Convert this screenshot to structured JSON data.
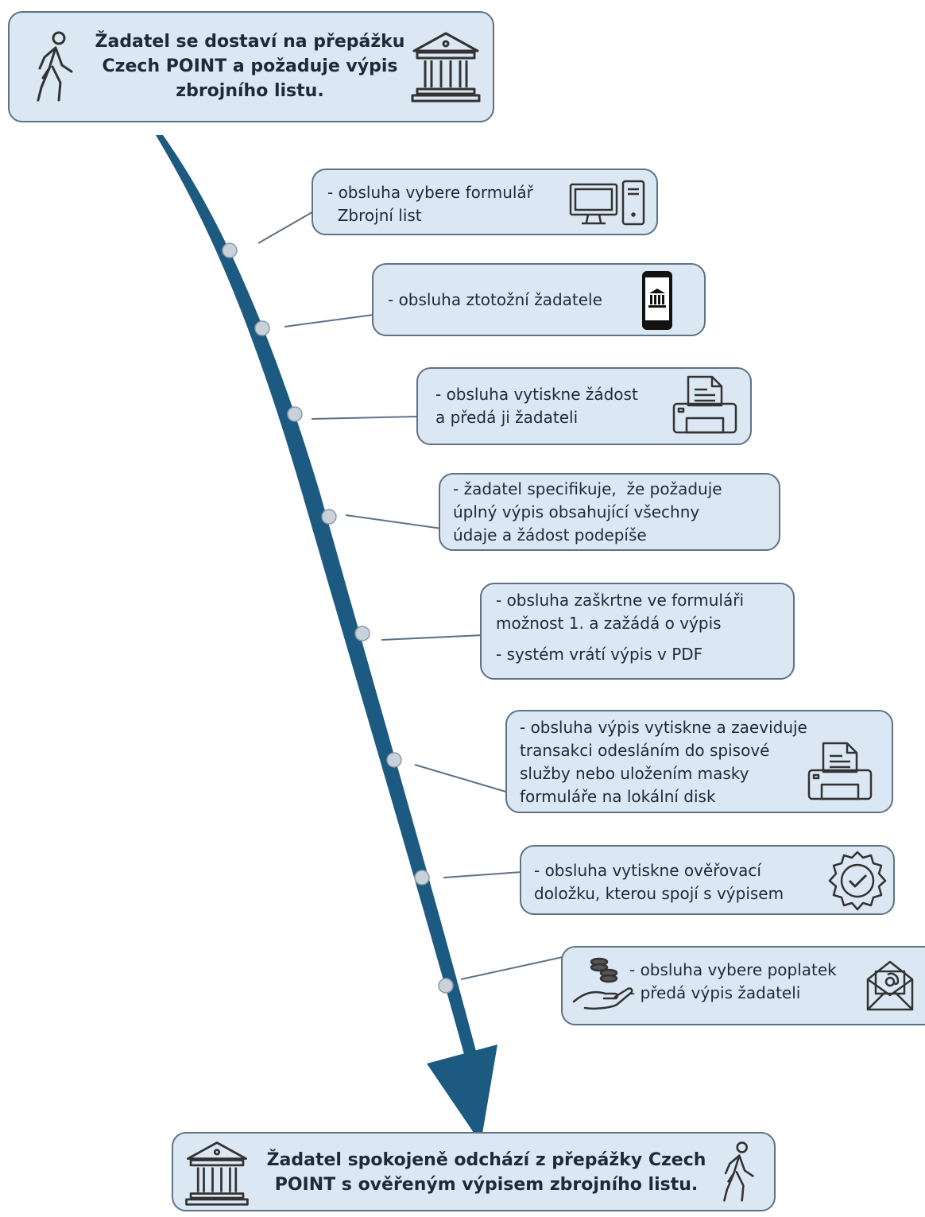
{
  "start": {
    "lines": [
      "Žadatel se dostaví na přepážku",
      "Czech POINT a požaduje výpis",
      "zbrojního listu."
    ],
    "icons": [
      "walking-person-icon",
      "government-building-icon"
    ]
  },
  "steps": [
    {
      "lines": [
        "- obsluha vybere formulář",
        "  Zbrojní list"
      ],
      "icon": "computer-icon"
    },
    {
      "lines": [
        "- obsluha ztotožní žadatele"
      ],
      "icon": "mobile-phone-icon"
    },
    {
      "lines": [
        "- obsluha vytiskne žádost",
        "a předá ji žadateli"
      ],
      "icon": "printer-icon"
    },
    {
      "lines": [
        "- žadatel specifikuje,  že požaduje",
        "úplný výpis obsahující všechny",
        "údaje a žádost podepíše"
      ]
    },
    {
      "lines": [
        "- obsluha zaškrtne ve formuláři",
        "možnost 1. a zažádá o výpis",
        "- systém vrátí výpis v PDF"
      ]
    },
    {
      "lines": [
        "- obsluha výpis vytiskne a zaeviduje",
        "transakci odesláním do spisové",
        "služby nebo uložením masky",
        "formuláře na lokální disk"
      ],
      "icon": "printer-icon"
    },
    {
      "lines": [
        "- obsluha vytiskne ověřovací",
        "doložku, kterou spojí s výpisem"
      ],
      "icon": "verified-badge-icon"
    },
    {
      "lines": [
        "- obsluha vybere poplatek",
        "- předá výpis žadateli"
      ],
      "icons": [
        "coins-in-hand-icon",
        "email-icon"
      ]
    }
  ],
  "end": {
    "lines": [
      "Žadatel spokojeně odchází z přepážky Czech",
      "POINT s ověřeným výpisem zbrojního listu."
    ],
    "icons": [
      "government-building-icon",
      "walking-person-icon"
    ]
  },
  "colors": {
    "arrow": "#1d5a82",
    "box_fill": "#dbe8f3",
    "box_border": "#5f7284",
    "dot": "#c9d2da"
  }
}
